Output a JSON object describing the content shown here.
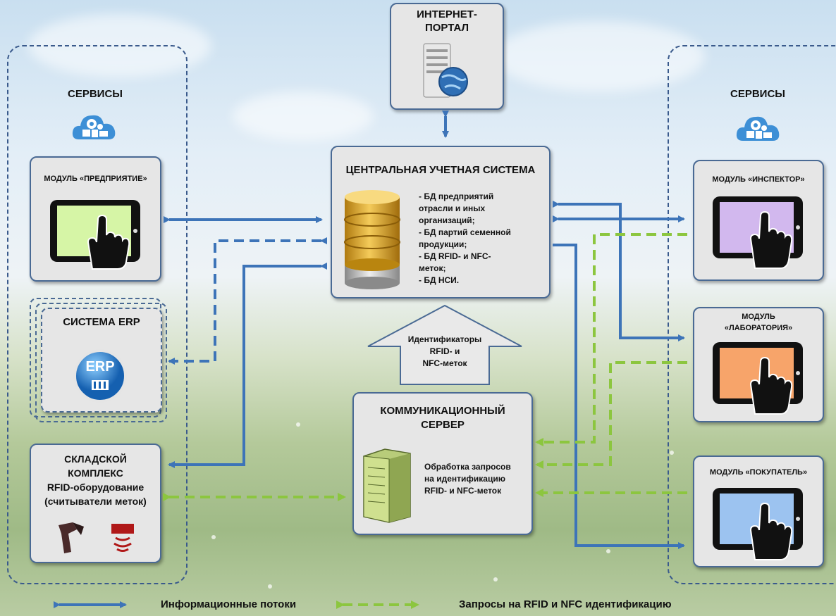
{
  "services_left": {
    "label": "СЕРВИСЫ"
  },
  "services_right": {
    "label": "СЕРВИСЫ"
  },
  "portal": {
    "title_line1": "ИНТЕРНЕТ-",
    "title_line2": "ПОРТАЛ"
  },
  "central": {
    "title": "ЦЕНТРАЛЬНАЯ УЧЕТНАЯ СИСТЕМА",
    "lines": [
      "- БД предприятий",
      "отрасли и иных",
      "организаций;",
      "- БД партий семенной",
      "продукции;",
      "- БД RFID- и NFC-",
      "меток;",
      "- БД НСИ."
    ]
  },
  "module_enterprise": {
    "title": "МОДУЛЬ «ПРЕДПРИЯТИЕ»"
  },
  "erp": {
    "title": "СИСТЕМА ERP",
    "logo": "ERP"
  },
  "warehouse": {
    "lines": [
      "СКЛАДСКОЙ",
      "КОМПЛЕКС",
      "RFID-оборудование",
      "(считыватели меток)"
    ]
  },
  "identifiers": {
    "lines": [
      "Идентификаторы",
      "RFID- и",
      "NFC-меток"
    ]
  },
  "comm_server": {
    "title_line1": "КОММУНИКАЦИОННЫЙ",
    "title_line2": "СЕРВЕР",
    "lines": [
      "Обработка запросов",
      "на идентификацию",
      "RFID- и NFC-меток"
    ]
  },
  "module_inspector": {
    "title": "МОДУЛЬ «ИНСПЕКТОР»"
  },
  "module_lab": {
    "title_line1": "МОДУЛЬ",
    "title_line2": "«ЛАБОРАТОРИЯ»"
  },
  "module_buyer": {
    "title": "МОДУЛЬ «ПОКУПАТЕЛЬ»"
  },
  "legend": {
    "info_flows": "Информационные потоки",
    "requests": "Запросы на RFID и NFC идентификацию"
  },
  "colors": {
    "blue": "#3d74b8",
    "green": "#8cc63f",
    "tablet_green": "#d6f5a6",
    "tablet_purple": "#d2b8ee",
    "tablet_orange": "#f7a46a",
    "tablet_blue": "#9cc3f0"
  }
}
